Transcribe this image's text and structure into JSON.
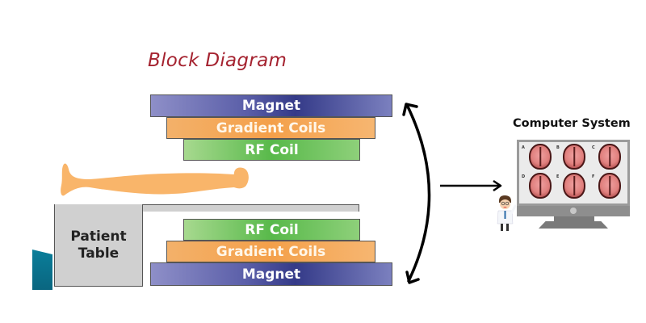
{
  "title": "Block Diagram",
  "scanner": {
    "upper_stack": [
      {
        "label": "Magnet",
        "type": "magnet"
      },
      {
        "label": "Gradient Coils",
        "type": "gradient"
      },
      {
        "label": "RF Coil",
        "type": "rf"
      }
    ],
    "lower_stack": [
      {
        "label": "RF Coil",
        "type": "rf"
      },
      {
        "label": "Gradient Coils",
        "type": "gradient"
      },
      {
        "label": "Magnet",
        "type": "magnet"
      }
    ],
    "patient_table": {
      "line1": "Patient",
      "line2": "Table"
    }
  },
  "computer": {
    "label": "Computer System",
    "scan_panels": [
      "A",
      "B",
      "C",
      "D",
      "E",
      "F"
    ]
  },
  "icons": {
    "patient": "patient-silhouette-icon",
    "arrow_curved": "curved-double-arrow-icon",
    "arrow_right": "arrow-right-icon",
    "doctor": "doctor-icon",
    "monitor": "monitor-icon",
    "brain": "brain-scan-icon"
  },
  "colors": {
    "title": "#a52330",
    "magnet": "#3a3f8c",
    "gradient": "#f4a04a",
    "rf": "#58b94a",
    "patient": "#f9b56a",
    "table": "#d0d0d0"
  }
}
